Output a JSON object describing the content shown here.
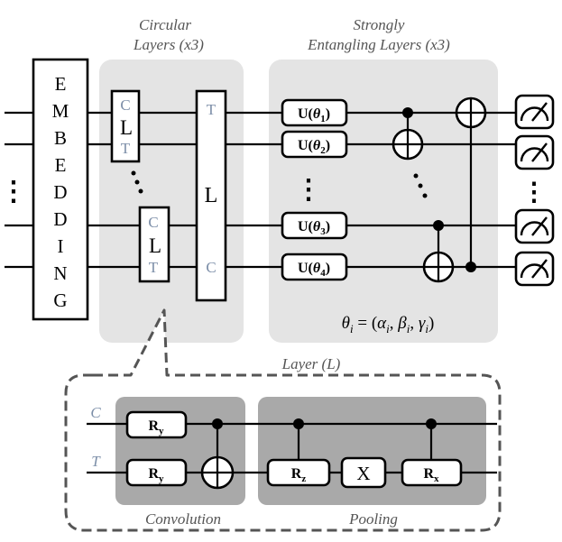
{
  "colors": {
    "panel_light": "#e4e4e4",
    "panel_dark": "#a9a9a9",
    "label_gray": "#555555",
    "cl_letter": "#7c8ea8"
  },
  "top": {
    "circular_title_1": "Circular",
    "circular_title_2": "Layers (x3)",
    "strong_title_1": "Strongly",
    "strong_title_2": "Entangling Layers (x3)"
  },
  "embedding_letters": [
    "E",
    "M",
    "B",
    "E",
    "D",
    "D",
    "I",
    "N",
    "G"
  ],
  "circular": {
    "cl_c": "C",
    "cl_l": "L",
    "cl_t": "T",
    "big_t": "T",
    "big_l": "L",
    "big_c": "C"
  },
  "unitaries": {
    "u_prefix": "U(",
    "theta": "θ",
    "u_suffix": ")",
    "subscripts": [
      "1",
      "2",
      "3",
      "4"
    ]
  },
  "theta_formula": {
    "theta": "θ",
    "i": "i",
    "equals": " = (",
    "alpha": "α",
    "beta": "β",
    "gamma": "γ",
    "comma": ", ",
    "close": ")"
  },
  "layer": {
    "title": "Layer (L)",
    "wire_c": "C",
    "wire_t": "T",
    "gate_r": "R",
    "sub_y": "y",
    "sub_z": "z",
    "sub_x": "x",
    "gate_x": "X",
    "convolution": "Convolution",
    "pooling": "Pooling"
  },
  "ellipsis": {
    "vertical": "⋮"
  }
}
